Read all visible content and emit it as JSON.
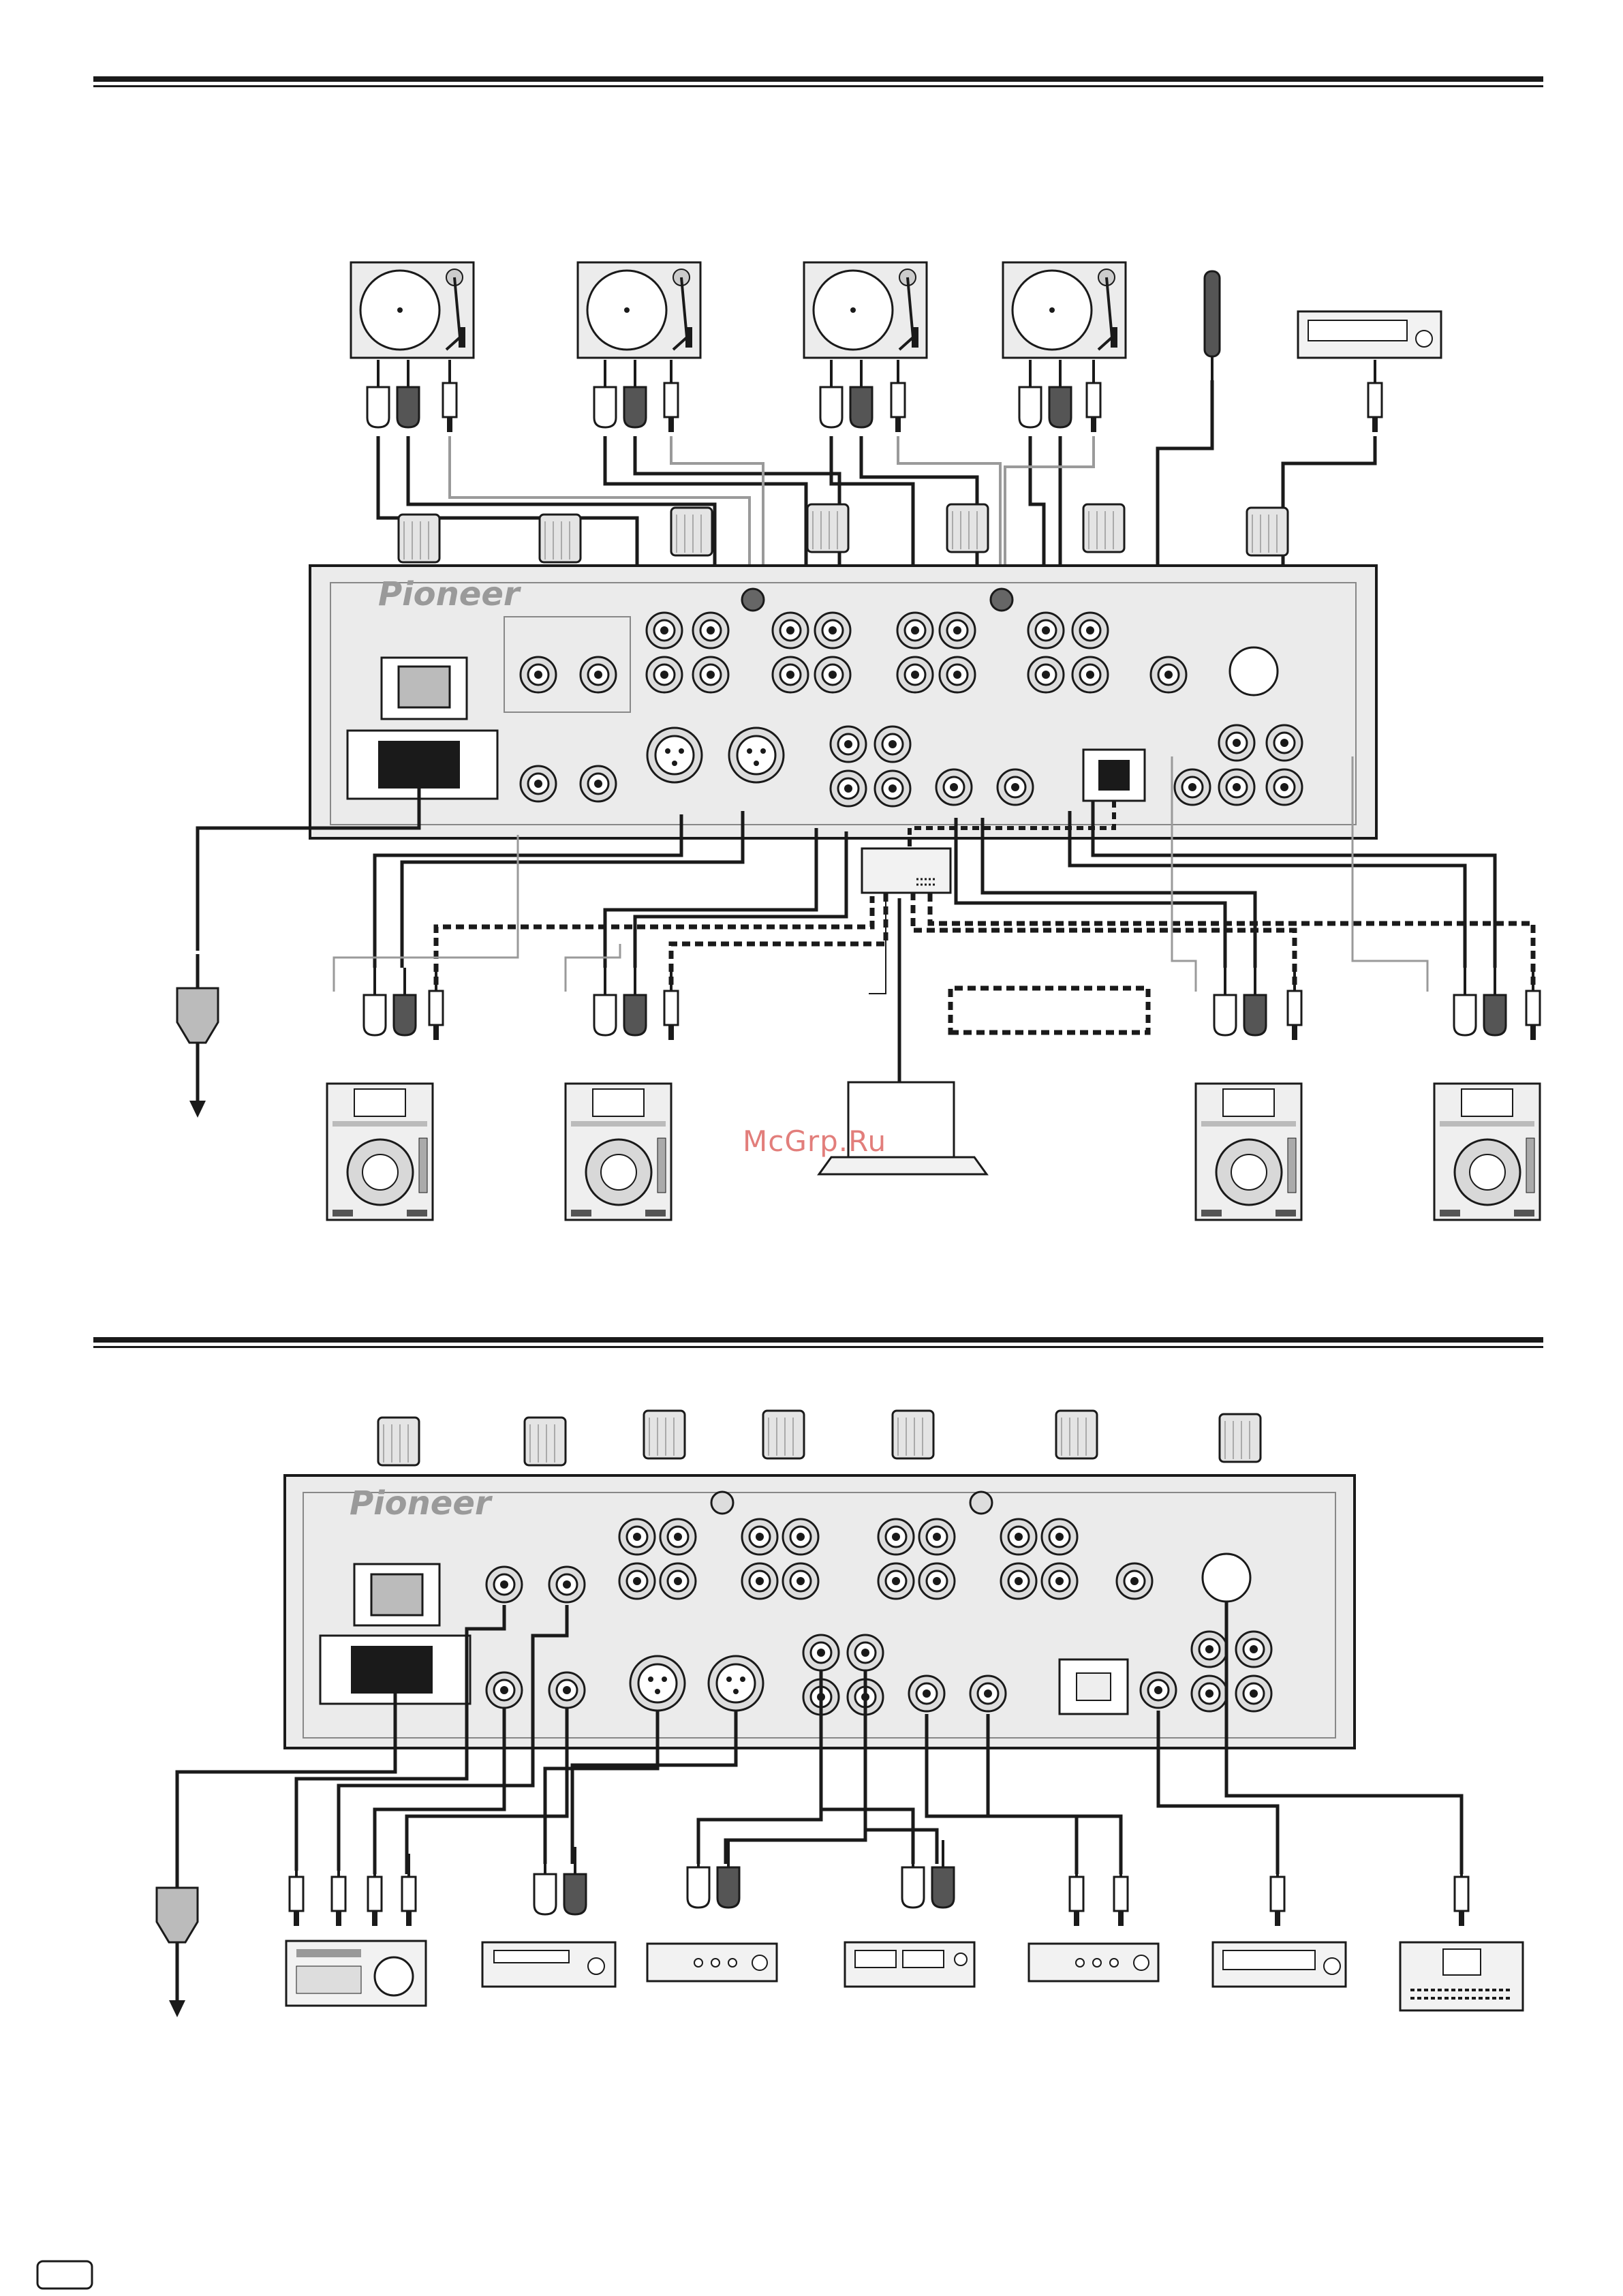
{
  "watermark": "McGrp.Ru",
  "brand_logo_text": "Pioneer",
  "colors": {
    "line": "#1a1a1a",
    "panel": "#e8e8e8",
    "panel_dark": "#cfcfcf",
    "grey_cable": "#9a9a9a",
    "watermark": "#d9534f"
  },
  "sections": [
    {
      "name": "input-connections"
    },
    {
      "name": "output-connections"
    }
  ],
  "icons": [
    "turntable-icon",
    "microphone-icon",
    "cd-player-icon",
    "laptop-icon",
    "network-hub-icon",
    "power-plug-icon",
    "amplifier-icon",
    "sampler-icon",
    "midi-device-icon",
    "recorder-icon",
    "tuner-icon"
  ]
}
